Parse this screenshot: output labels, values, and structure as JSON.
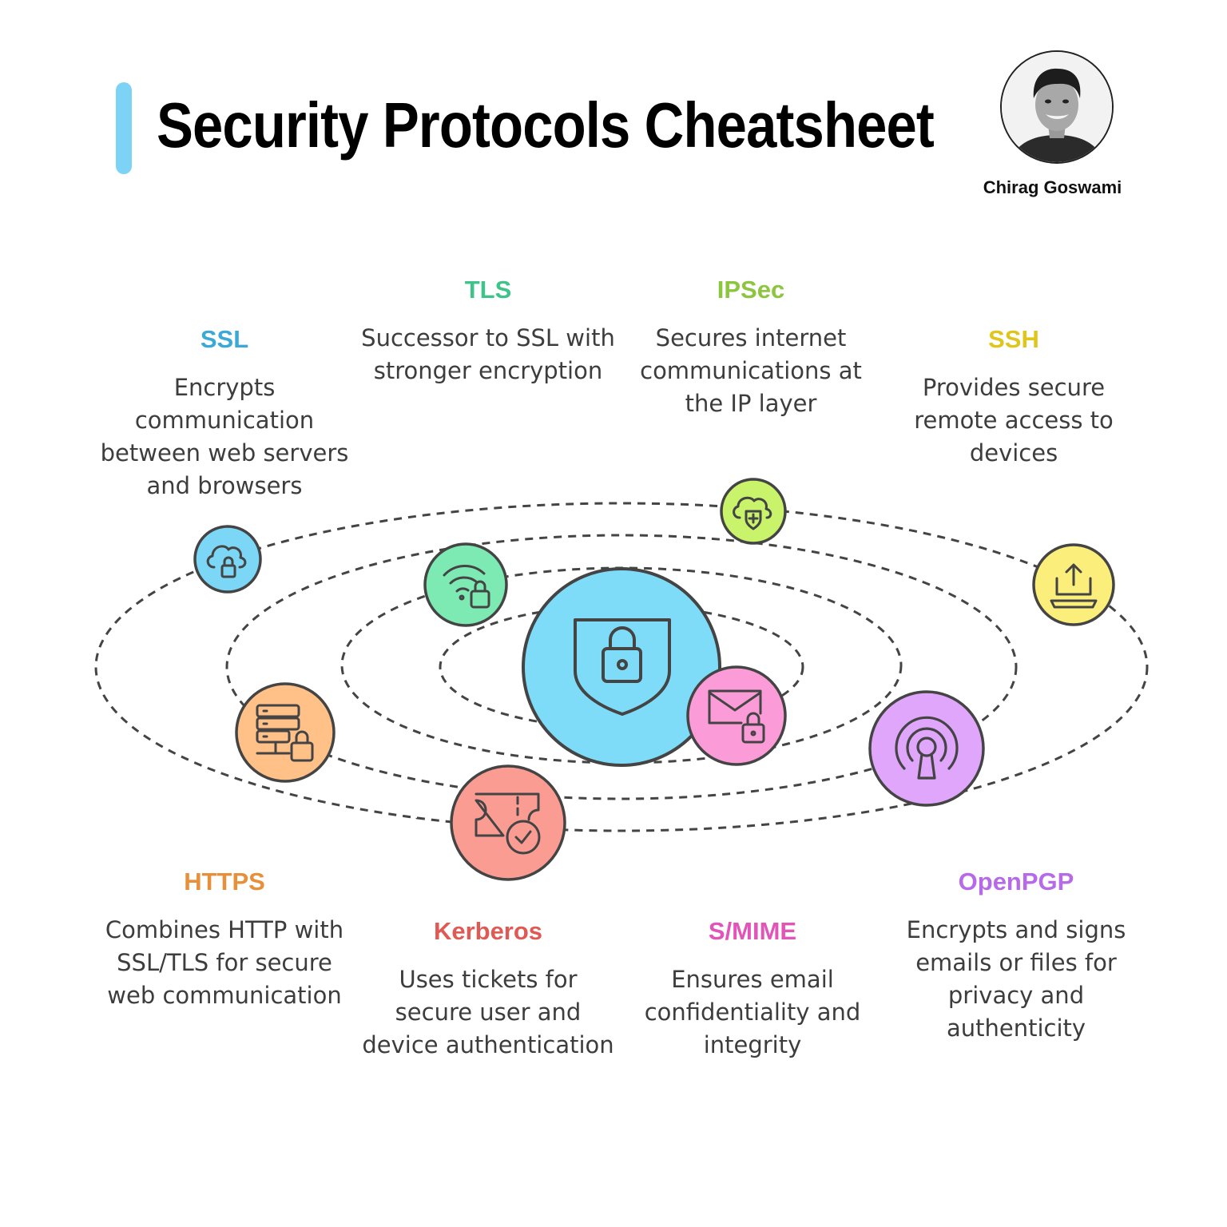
{
  "header": {
    "title": "Security Protocols Cheatsheet",
    "accent_color": "#7dd3f5",
    "author": "Chirag Goswami"
  },
  "center_icon": {
    "icon": "shield-lock-icon",
    "color": "#7fdcf9"
  },
  "protocols": [
    {
      "id": "ssl",
      "name": "SSL",
      "description": "Encrypts communication between web servers and browsers",
      "color": "#3aa9d8",
      "node_color": "#7cd6f6",
      "icon": "cloud-lock-icon"
    },
    {
      "id": "tls",
      "name": "TLS",
      "description": "Successor to SSL with stronger encryption",
      "color": "#3ec48a",
      "node_color": "#7deab3",
      "icon": "wifi-lock-icon"
    },
    {
      "id": "ipsec",
      "name": "IPSec",
      "description": "Secures internet communications at the IP layer",
      "color": "#8cc63f",
      "node_color": "#c8f36a",
      "icon": "cloud-shield-icon"
    },
    {
      "id": "ssh",
      "name": "SSH",
      "description": "Provides secure remote access to devices",
      "color": "#e0c51b",
      "node_color": "#fcee7a",
      "icon": "laptop-upload-icon"
    },
    {
      "id": "https",
      "name": "HTTPS",
      "description": "Combines HTTP with SSL/TLS for secure web communication",
      "color": "#e88f3a",
      "node_color": "#ffc187",
      "icon": "server-lock-icon"
    },
    {
      "id": "kerberos",
      "name": "Kerberos",
      "description": "Uses tickets for secure user and device authentication",
      "color": "#e05a55",
      "node_color": "#fb9c93",
      "icon": "ticket-check-icon"
    },
    {
      "id": "smime",
      "name": "S/MIME",
      "description": "Ensures email confidentiality and integrity",
      "color": "#e055b7",
      "node_color": "#fb9cd8",
      "icon": "mail-lock-icon"
    },
    {
      "id": "openpgp",
      "name": "OpenPGP",
      "description": "Encrypts and signs emails or files for privacy and authenticity",
      "color": "#b66ae8",
      "node_color": "#dfa6fb",
      "icon": "keyhole-signal-icon"
    }
  ]
}
